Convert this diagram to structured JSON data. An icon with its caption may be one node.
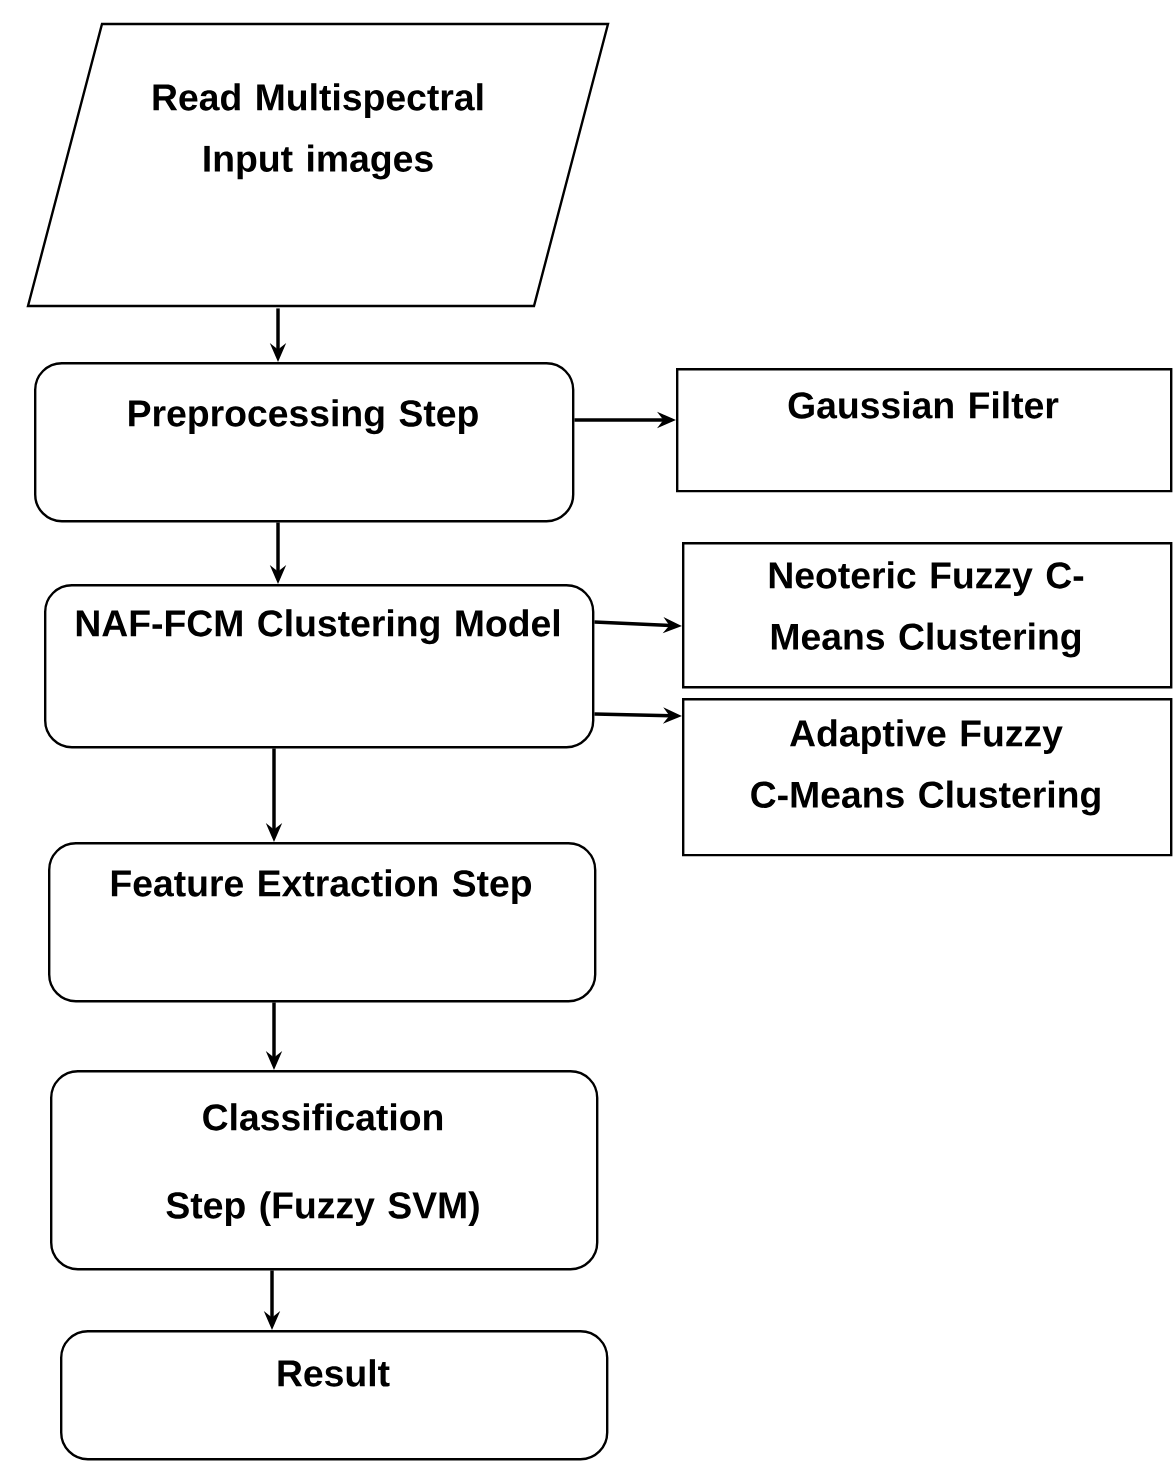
{
  "diagram": {
    "nodes": [
      {
        "text": [
          "Read Multispectral Input images"
        ]
      },
      {
        "text": [
          "Preprocessing Step"
        ]
      },
      {
        "text": [
          "Gaussian Filter"
        ]
      },
      {
        "text": [
          "NAF-FCM Clustering Model"
        ]
      },
      {
        "text": [
          "Neoteric Fuzzy C-Means Clustering"
        ]
      },
      {
        "text": [
          "Adaptive Fuzzy C-Means Clustering"
        ]
      },
      {
        "text": [
          "Feature Extraction Step"
        ]
      },
      {
        "text": [
          "Classification Step (Fuzzy SVM)"
        ]
      },
      {
        "text": [
          "Result"
        ]
      }
    ],
    "edges": [
      {
        "from": 0,
        "to": 1,
        "arrow": "to"
      },
      {
        "from": 1,
        "to": 2,
        "arrow": "to"
      },
      {
        "from": 1,
        "to": 3,
        "arrow": "to"
      },
      {
        "from": 3,
        "to": 4,
        "arrow": "to"
      },
      {
        "from": 3,
        "to": 5,
        "arrow": "to"
      },
      {
        "from": 3,
        "to": 6,
        "arrow": "to"
      },
      {
        "from": 6,
        "to": 7,
        "arrow": "to"
      },
      {
        "from": 7,
        "to": 8,
        "arrow": "to"
      }
    ]
  }
}
